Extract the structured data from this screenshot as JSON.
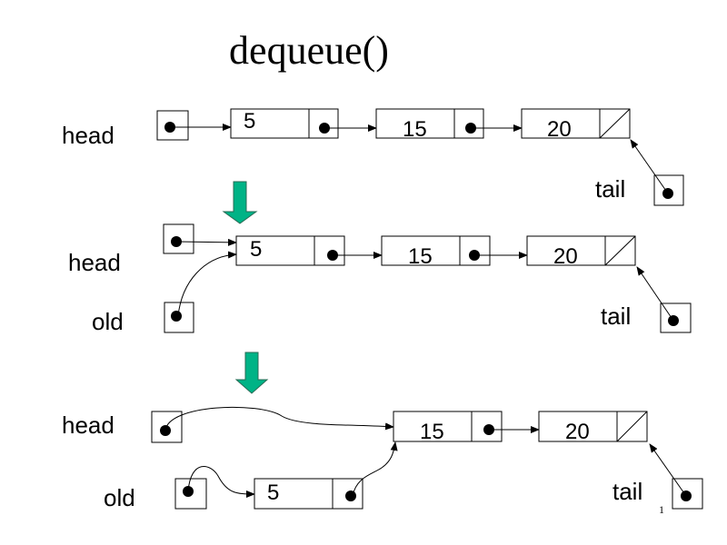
{
  "title": "dequeue()",
  "page_number": "1",
  "labels": {
    "head": "head",
    "tail": "tail",
    "old": "old"
  },
  "arrow_color": "#00b386",
  "stages": [
    {
      "id": "before",
      "nodes": [
        "5",
        "15",
        "20"
      ],
      "pointers": [
        "head",
        "tail"
      ]
    },
    {
      "id": "save-old",
      "nodes": [
        "5",
        "15",
        "20"
      ],
      "pointers": [
        "head",
        "old",
        "tail"
      ]
    },
    {
      "id": "after",
      "nodes": [
        "15",
        "20"
      ],
      "detached_node": "5",
      "pointers": [
        "head",
        "old",
        "tail"
      ]
    }
  ]
}
